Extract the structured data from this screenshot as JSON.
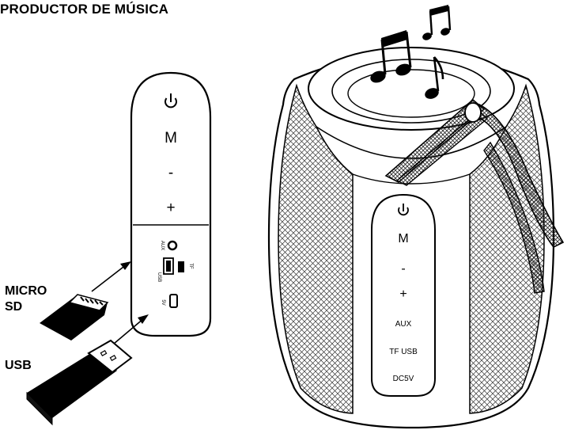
{
  "title": "PRODUCTOR DE MÚSICA",
  "left_labels": {
    "micro_sd_line1": "MICRO",
    "micro_sd_line2": "SD",
    "usb": "USB"
  },
  "remote_panel": {
    "buttons": [
      "M",
      "-",
      "+"
    ],
    "port_labels": {
      "aux": "AUX",
      "tf": "TF",
      "usb": "USB",
      "dc": "5V"
    }
  },
  "speaker_panel": {
    "buttons": [
      "M",
      "-",
      "+"
    ],
    "port_labels": [
      "AUX",
      "TF USB",
      "DC5V"
    ]
  },
  "icons": [
    "power-icon",
    "music-note-icon",
    "micro-sd-card-icon",
    "usb-stick-icon",
    "arrow-icon"
  ]
}
